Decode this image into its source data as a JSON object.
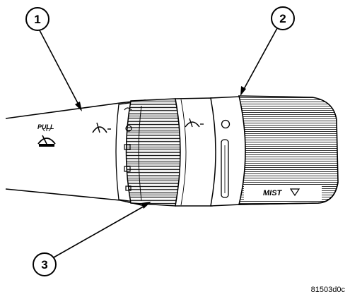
{
  "diagram": {
    "callouts": [
      {
        "id": "1",
        "label": "1"
      },
      {
        "id": "2",
        "label": "2"
      },
      {
        "id": "3",
        "label": "3"
      }
    ],
    "labels": {
      "pull": "PULL",
      "mist": "MIST",
      "figure_code": "81503d0c"
    },
    "icons": [
      "wiper-icon",
      "washer-spray-icon",
      "wiper-delay-icon",
      "mist-arrow-icon"
    ],
    "colors": {
      "line": "#000000",
      "background": "#ffffff"
    }
  }
}
